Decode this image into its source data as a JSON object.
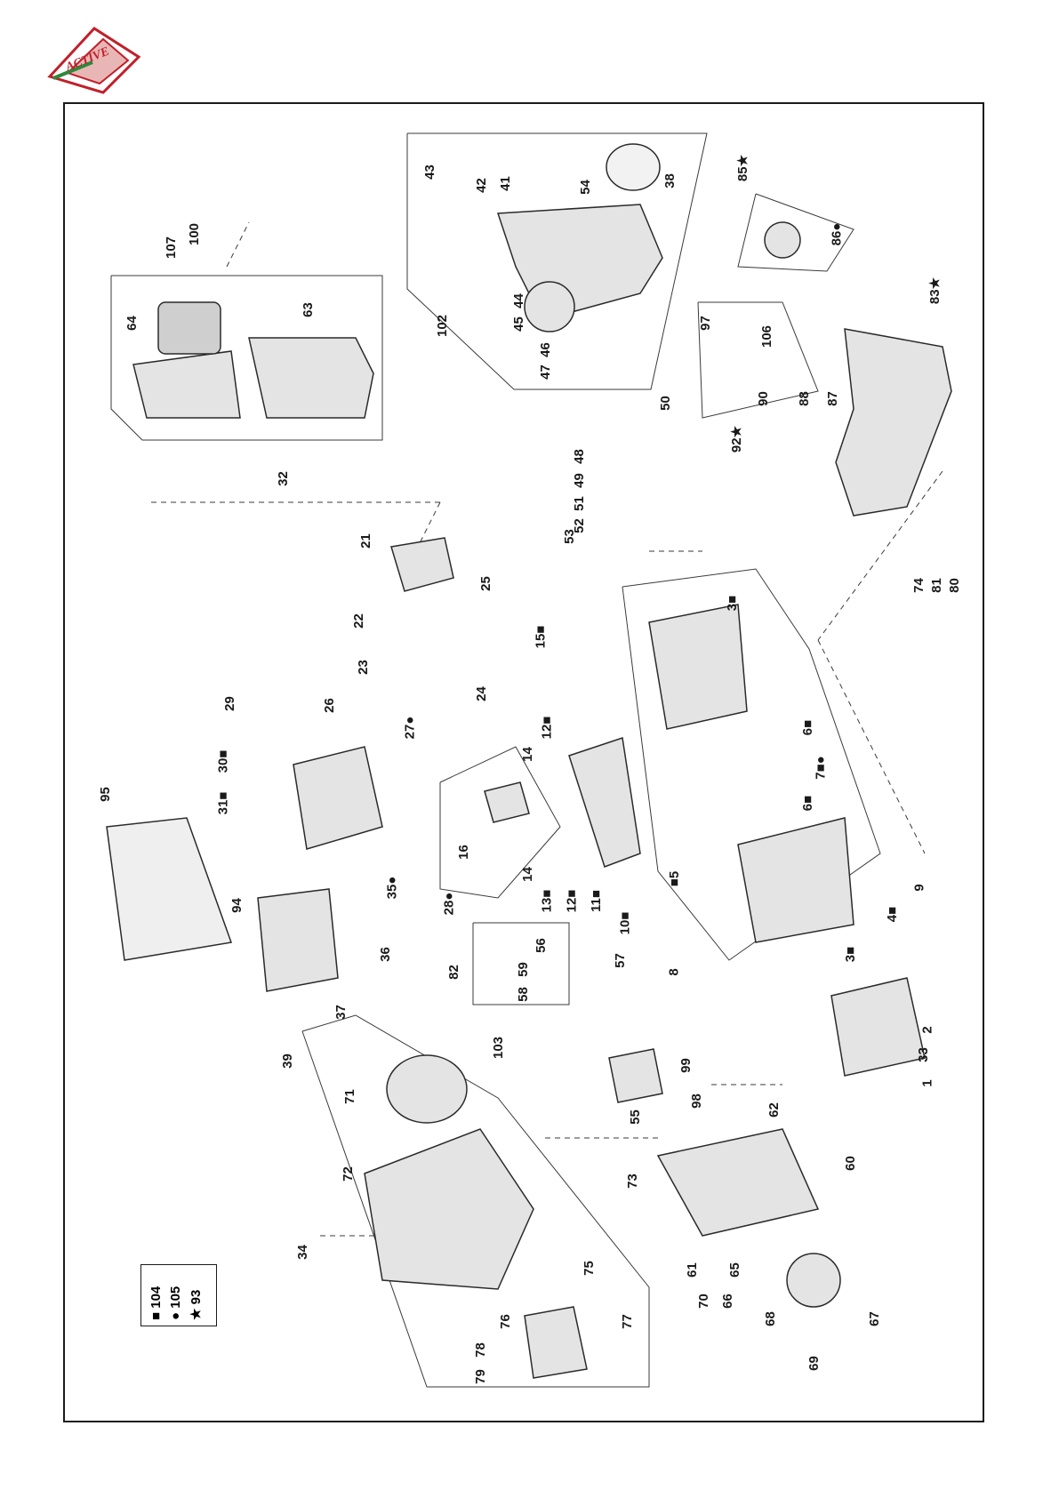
{
  "logo": {
    "text": "ACTIVE",
    "colors": {
      "red": "#c0202a",
      "green": "#2a8a3a"
    }
  },
  "legend": [
    {
      "symbol": "■",
      "code": "104"
    },
    {
      "symbol": "●",
      "code": "105"
    },
    {
      "symbol": "★",
      "code": "93"
    }
  ],
  "parts": [
    "1",
    "2",
    "3■",
    "3■",
    "4■",
    "■5",
    "6■",
    "6■",
    "7■●",
    "8",
    "9",
    "10■",
    "11■",
    "12■",
    "12■",
    "13■",
    "14",
    "14",
    "15■",
    "16",
    "21",
    "22",
    "23",
    "24",
    "25",
    "26",
    "27●",
    "28●",
    "29",
    "30■",
    "31■",
    "32",
    "33",
    "34",
    "35●",
    "36",
    "37",
    "38",
    "39",
    "41",
    "42",
    "43",
    "44",
    "45",
    "46",
    "47",
    "48",
    "49",
    "50",
    "51",
    "52",
    "53",
    "54",
    "55",
    "56",
    "57",
    "58",
    "59",
    "60",
    "61",
    "62",
    "63",
    "64",
    "65",
    "66",
    "67",
    "68",
    "69",
    "70",
    "71",
    "72",
    "73",
    "74",
    "75",
    "76",
    "77",
    "78",
    "79",
    "80",
    "81",
    "82",
    "83★",
    "85★",
    "86●",
    "87",
    "88",
    "90",
    "92★",
    "94",
    "95",
    "97",
    "98",
    "99",
    "100",
    "102",
    "103",
    "106",
    "107"
  ]
}
